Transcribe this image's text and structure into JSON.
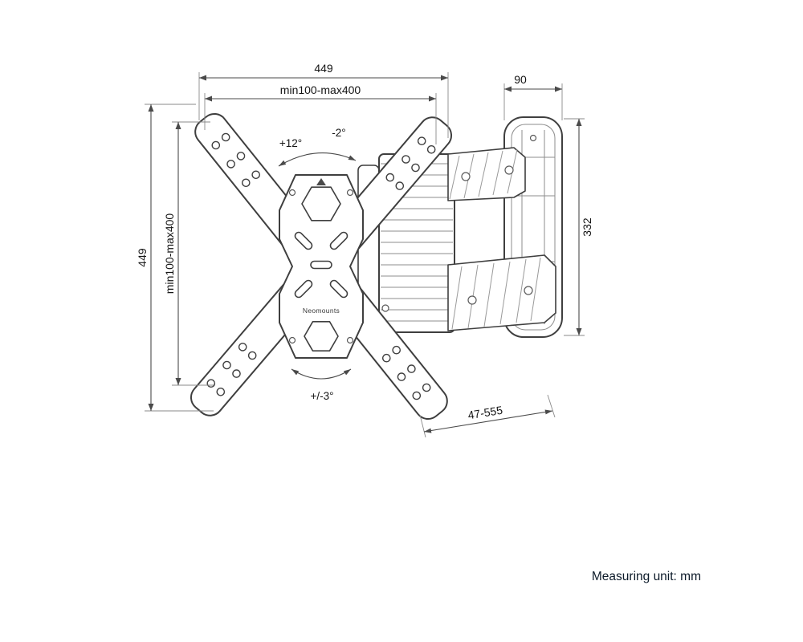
{
  "meta": {
    "unit_note": "Measuring unit: mm"
  },
  "brand": {
    "name": "Neomounts"
  },
  "dimensions": {
    "top_width": "449",
    "top_vesa": "min100-max400",
    "plate_width": "90",
    "left_height": "449",
    "left_vesa": "min100-max400",
    "plate_height": "332",
    "extension": "47-555"
  },
  "angles": {
    "tilt_up": "+12°",
    "tilt_down": "-2°",
    "swivel": "+/-3°"
  }
}
